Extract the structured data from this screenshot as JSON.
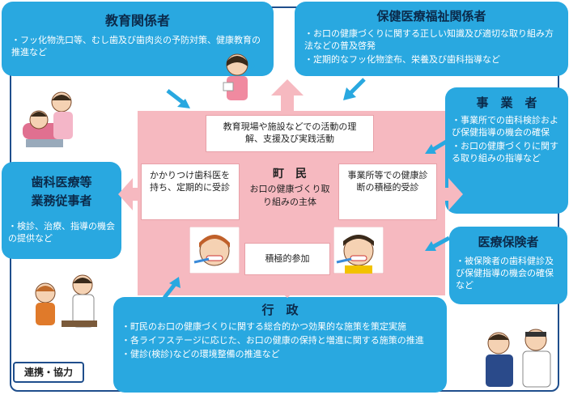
{
  "education": {
    "title": "教育関係者",
    "body": "・フッ化物洗口等、むし歯及び歯肉炎の予防対策、健康教育の推進など"
  },
  "health_welfare": {
    "title": "保健医療福祉関係者",
    "line1": "・お口の健康づくりに関する正しい知識及び適切な取り組み方法などの普及啓発",
    "line2": "・定期的なフッ化物塗布、栄養及び歯科指導など"
  },
  "employer": {
    "title": "事　業　者",
    "line1": "・事業所での歯科検診および保健指導の機会の確保",
    "line2": "・お口の健康づくりに関する取り組みの指導など"
  },
  "dental": {
    "title_line1": "歯科医療等",
    "title_line2": "業務従事者",
    "body": "・検診、治療、指導の機会の提供など"
  },
  "insurer": {
    "title": "医療保険者",
    "body": "・被保険者の歯科健診及び保健指導の機会の確保など"
  },
  "administration": {
    "title": "行　政",
    "line1": "・町民のお口の健康づくりに関する総合的かつ効果的な施策を策定実施",
    "line2": "・各ライフステージに応じた、お口の健康の保持と増進に関する施策の推進",
    "line3": "・健診(検診)などの環境整備の推進など"
  },
  "center": {
    "top": "教育現場や施設などでの活動の理解、支援及び実践活動",
    "left": "かかりつけ歯科医を持ち、定期的に受診",
    "title": "町　民",
    "subtitle": "お口の健康づくり取り組みの主体",
    "right": "事業所等での健康診断の積極的受診",
    "bottom": "積極的参加"
  },
  "footer_tag": "連携・協力",
  "colors": {
    "blue_box": "#29a8e0",
    "pink_center": "#f6b9c0",
    "frame": "#1f4e8c"
  }
}
